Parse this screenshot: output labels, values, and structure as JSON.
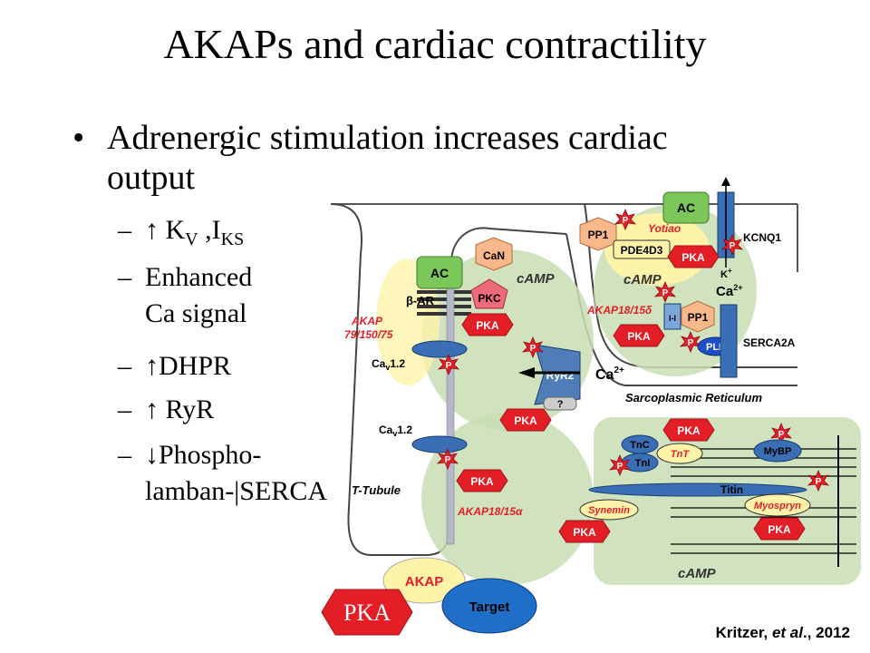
{
  "slide": {
    "title": "AKAPs and cardiac contractility",
    "bullet": "Adrenergic stimulation increases cardiac output",
    "sub1_a": "↑ K",
    "sub1_b": "V",
    "sub1_c": " ,I",
    "sub1_d": "KS",
    "sub2_line1": "Enhanced",
    "sub2_line2": "Ca signal",
    "sub3": "↑DHPR",
    "sub4": "↑ RyR",
    "sub5_line1": "↓Phospho-",
    "sub5_line2": "lamban-|SERCA",
    "dash": "–",
    "citation_a": "Kritzer, ",
    "citation_b": "et al",
    "citation_c": "., 2012"
  },
  "diagram": {
    "AC": "AC",
    "CaN": "CaN",
    "PKC": "PKC",
    "PKA": "PKA",
    "P": "P",
    "cAMP": "cAMP",
    "beta_AR": "β-AR",
    "AKAP_79": "AKAP",
    "AKAP_79b": "79/150/75",
    "Cav12": "Ca",
    "Cav12_sub": "v",
    "Cav12_end": "1.2",
    "RyR2": "RyR2",
    "Ca2": "Ca",
    "Ca2_sup": "2+",
    "question": "?",
    "T_Tubule": "T-Tubule",
    "AKAP18_15a": "AKAP18/15α",
    "AKAP18_15d": "AKAP18/15δ",
    "Sarcoplasmic": "Sarcoplasmic Reticulum",
    "PP1": "PP1",
    "Yotiao": "Yotiao",
    "PDE4D3": "PDE4D3",
    "KCNQ1": "KCNQ1",
    "K": "K",
    "K_sup": "+",
    "I1": "I-I",
    "PLB": "PLB",
    "SERCA2A": "SERCA2A",
    "TnC": "TnC",
    "TnI": "TnI",
    "TnT": "TnT",
    "MyBP": "MyBP",
    "Titin": "Titin",
    "Synemin": "Synemin",
    "Myospryn": "Myospryn",
    "legend_AKAP": "AKAP",
    "legend_Target": "Target",
    "legend_PKA": "PKA"
  },
  "colors": {
    "pka_red": "#e41e26",
    "akap_yellow": "#fdf3a8",
    "ac_green": "#7cc75a",
    "receptor_blue": "#3b6fb5",
    "camp_green": "#c9ddb4",
    "target_blue": "#1f6fc8"
  }
}
